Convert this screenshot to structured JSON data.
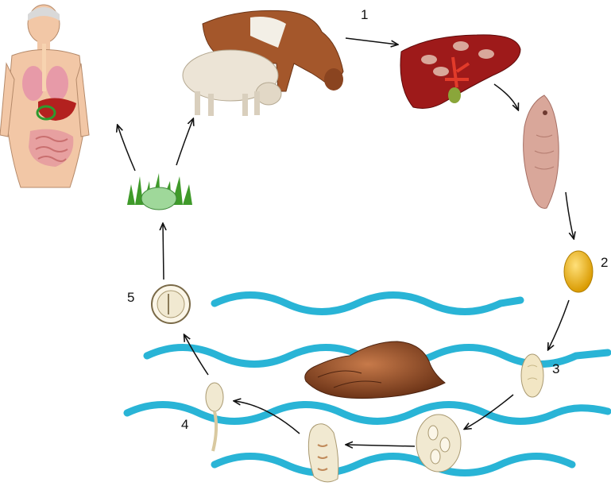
{
  "labels": {
    "step1": "1",
    "step2": "2",
    "step3": "3",
    "step4": "4",
    "step5": "5"
  },
  "colors": {
    "water": "#29b4d6",
    "liver": "#9e1a1a",
    "fluke": "#d9a79a",
    "egg": "#e9b10e",
    "snail": "#8b4a2a",
    "grass": "#3f9a2a",
    "arrow": "#111111"
  },
  "icons": {
    "human": "human-anatomy-icon",
    "cow": "cow-icon",
    "sheep": "sheep-icon",
    "liver": "liver-icon",
    "fluke": "adult-fluke-icon",
    "egg": "egg-icon",
    "miracidium": "miracidium-icon",
    "snail": "snail-icon",
    "sporocyst": "sporocyst-icon",
    "redia": "redia-icon",
    "cercaria": "cercaria-icon",
    "metacercaria": "metacercaria-icon",
    "plant": "grass-plant-icon"
  }
}
